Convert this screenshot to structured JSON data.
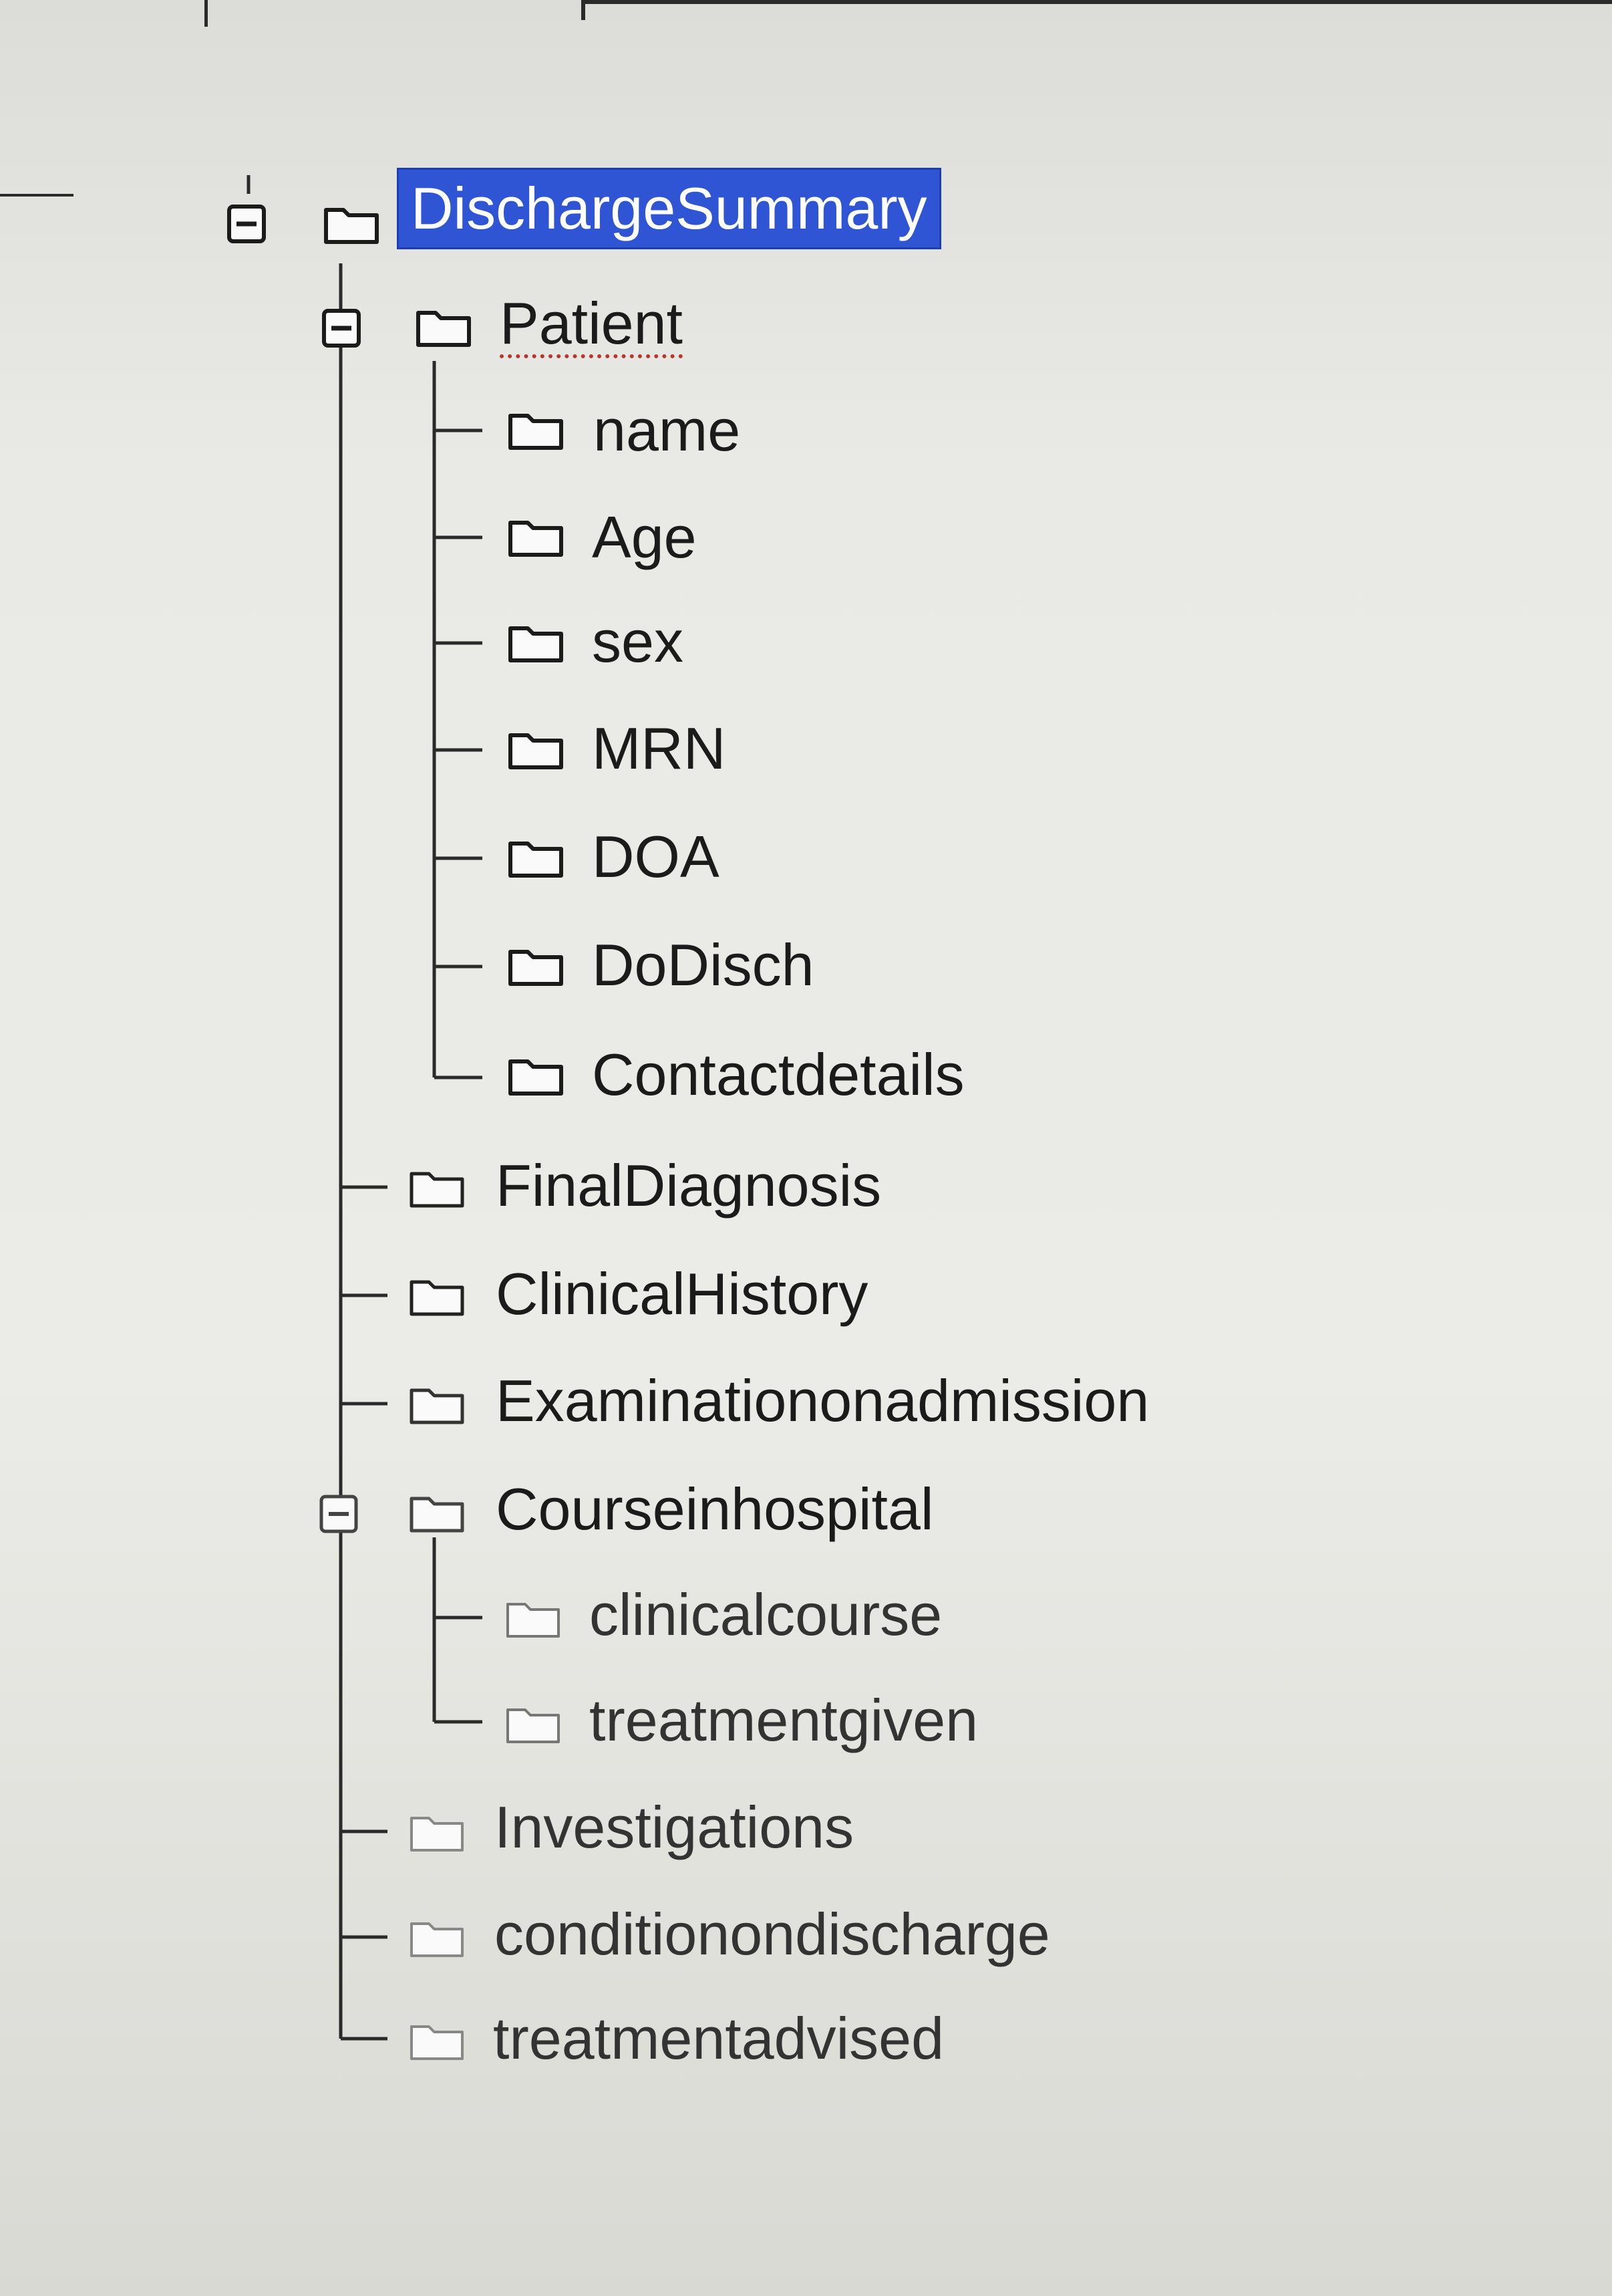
{
  "tree": {
    "root": {
      "label": "DischargeSummary",
      "expanded": true,
      "selected": true
    },
    "patient": {
      "label": "Patient",
      "expanded": true
    },
    "patient_children": [
      "name",
      "Age",
      "sex",
      "MRN",
      "DOA",
      "DoDisch",
      "Contactdetails"
    ],
    "final_diagnosis": "FinalDiagnosis",
    "clinical_history": "ClinicalHistory",
    "examination": "Examinationonadmission",
    "course": {
      "label": "Courseinhospital",
      "expanded": true
    },
    "course_children": [
      "clinicalcourse",
      "treatmentgiven"
    ],
    "investigations": "Investigations",
    "condition": "conditionondischarge",
    "advised": "treatmentadvised"
  },
  "icons": {
    "folder": "folder-icon",
    "toggle_collapse": "minus-box-icon"
  },
  "colors": {
    "selection": "#2f55d4",
    "text": "#1b1b1b",
    "tree_lines": "#2a2a2a"
  }
}
